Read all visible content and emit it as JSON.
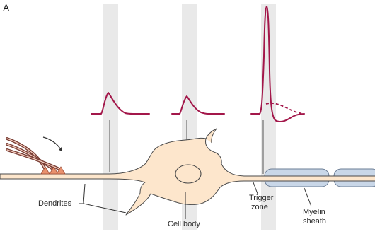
{
  "figure": {
    "panel_letter": "A"
  },
  "labels": {
    "dendrites": "Dendrites",
    "cell_body": "Cell body",
    "trigger_zone_line1": "Trigger",
    "trigger_zone_line2": "zone",
    "myelin_sheath_line1": "Myelin",
    "myelin_sheath_line2": "sheath"
  },
  "colors": {
    "potential_trace": "#a3174a",
    "neuron_fill": "#fde6cc",
    "neuron_stroke": "#4a4a4a",
    "recording_band": "#e9e9e9",
    "myelin_fill": "#c9d7e8",
    "myelin_stroke": "#6a7c94",
    "synapse_fill": "#e8906d",
    "presynaptic_fiber": "#7a3f36"
  }
}
